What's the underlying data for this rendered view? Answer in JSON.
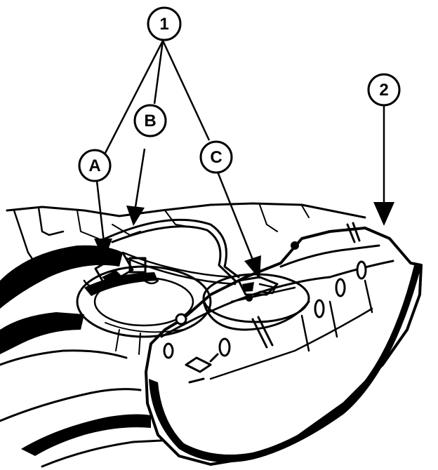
{
  "callouts": {
    "c1": "1",
    "c2": "2",
    "cA": "A",
    "cB": "B",
    "cC": "C"
  },
  "colors": {
    "ink": "#000000",
    "paper": "#ffffff"
  }
}
